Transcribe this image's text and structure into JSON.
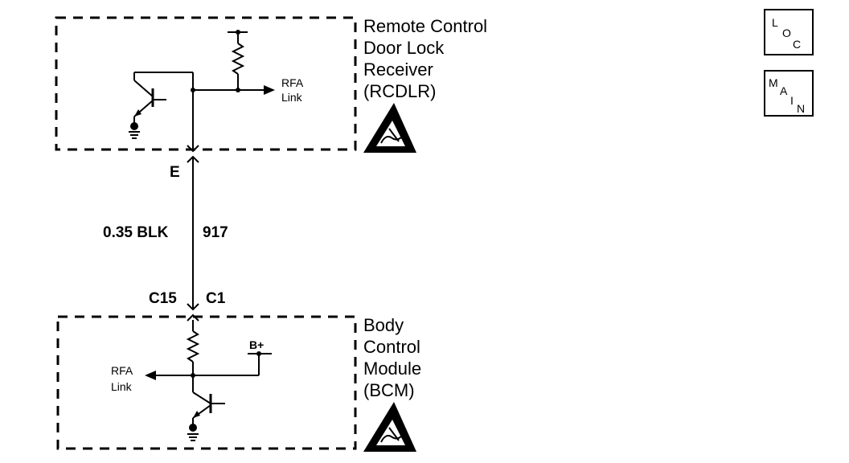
{
  "rcdlr": {
    "title_lines": [
      "Remote Control",
      "Door Lock",
      "Receiver",
      "(RCDLR)"
    ],
    "link_label_lines": [
      "RFA",
      "Link"
    ]
  },
  "wire": {
    "connector_top": "E",
    "gauge_color": "0.35 BLK",
    "circuit": "917",
    "connector_bottom_left": "C15",
    "connector_bottom_right": "C1"
  },
  "bcm": {
    "title_lines": [
      "Body",
      "Control",
      "Module",
      "(BCM)"
    ],
    "link_label_lines": [
      "RFA",
      "Link"
    ],
    "supply_label": "B+"
  },
  "nav_buttons": {
    "loc": {
      "parts": [
        "L",
        "O",
        "C"
      ]
    },
    "main": {
      "parts": [
        "M",
        "A",
        "I",
        "N"
      ]
    }
  },
  "icons": [
    "esd-warning-icon",
    "ground-icon",
    "transistor-icon",
    "resistor-icon",
    "arrow-icon"
  ]
}
